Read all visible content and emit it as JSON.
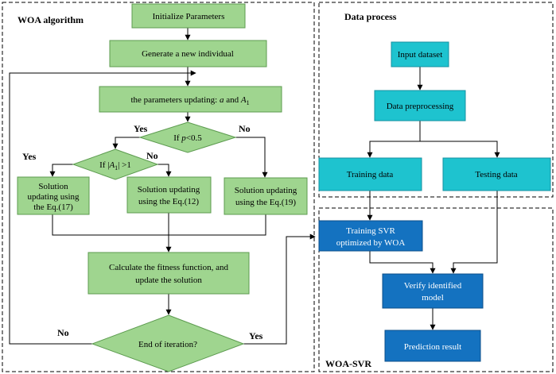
{
  "sections": {
    "woa": {
      "title": "WOA algorithm"
    },
    "data_process": {
      "title": "Data process"
    },
    "woa_svr": {
      "title": "WOA-SVR"
    }
  },
  "colors": {
    "green_fill": "#9fd58f",
    "green_stroke": "#5c9b4f",
    "cyan_fill": "#1ec3cf",
    "cyan_stroke": "#1591a0",
    "blue_fill": "#1472c0",
    "blue_stroke": "#0c4f8a"
  },
  "nodes": {
    "init": "Initialize Parameters",
    "generate": "Generate a new individual",
    "update_params": {
      "prefix": "the parameters updating: ",
      "a": "a",
      "mid": " and ",
      "A": "A",
      "sub": "1"
    },
    "cond_p": {
      "prefix": "If ",
      "var": "p",
      "suffix": "<0.5"
    },
    "cond_a": {
      "prefix": "If |",
      "var": "A",
      "sub": "1",
      "suffix": "| >1"
    },
    "sol17": [
      "Solution",
      "updating using",
      "the Eq.(17)"
    ],
    "sol12": [
      "Solution updating",
      "using the Eq.(12)"
    ],
    "sol19": [
      "Solution updating",
      "using the Eq.(19)"
    ],
    "fitness": [
      "Calculate the fitness function, and",
      "update the solution"
    ],
    "end_iter": "End of iteration?",
    "input": "Input dataset",
    "preprocess": "Data preprocessing",
    "training": "Training data",
    "testing": "Testing data",
    "train_svr": [
      "Training SVR",
      "optimized by WOA"
    ],
    "verify": [
      "Verify identified",
      "model"
    ],
    "predict": "Prediction result"
  },
  "labels": {
    "yes_p": "Yes",
    "no_p": "No",
    "yes_a": "Yes",
    "no_a": "No",
    "no_end": "No",
    "yes_end": "Yes"
  }
}
